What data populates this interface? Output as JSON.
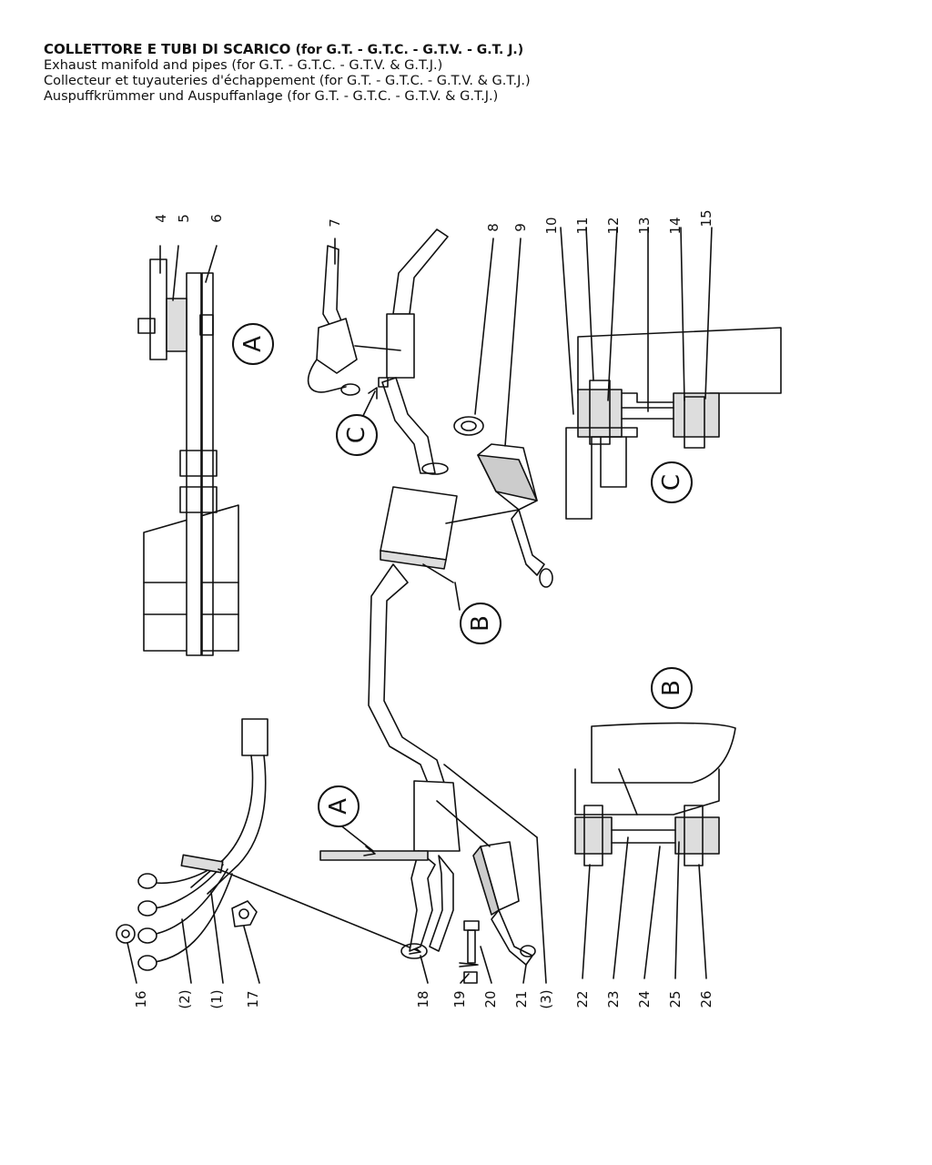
{
  "header": {
    "title_it": "COLLETTORE E TUBI DI SCARICO",
    "title_it_suffix": "(for G.T. - G.T.C. - G.T.V. - G.T. J.)",
    "title_en": "Exhaust manifold and pipes (for G.T. - G.T.C. - G.T.V. & G.T.J.)",
    "title_fr": "Collecteur et tuyauteries d'échappement (for G.T. - G.T.C. - G.T.V. & G.T.J.)",
    "title_de": "Auspuffkrümmer und Auspuffanlage (for G.T. - G.T.C. - G.T.V. & G.T.J.)"
  },
  "callouts": {
    "a": "A",
    "b": "B",
    "c": "C"
  },
  "parts": {
    "p4": "4",
    "p5": "5",
    "p6": "6",
    "p7": "7",
    "p8": "8",
    "p9": "9",
    "p10": "10",
    "p11": "11",
    "p12": "12",
    "p13": "13",
    "p14": "14",
    "p15": "15",
    "p16": "16",
    "p2": "(2)",
    "p1": "(1)",
    "p17": "17",
    "p18": "18",
    "p19": "19",
    "p20": "20",
    "p21": "21",
    "p3": "(3)",
    "p22": "22",
    "p23": "23",
    "p24": "24",
    "p25": "25",
    "p26": "26"
  }
}
